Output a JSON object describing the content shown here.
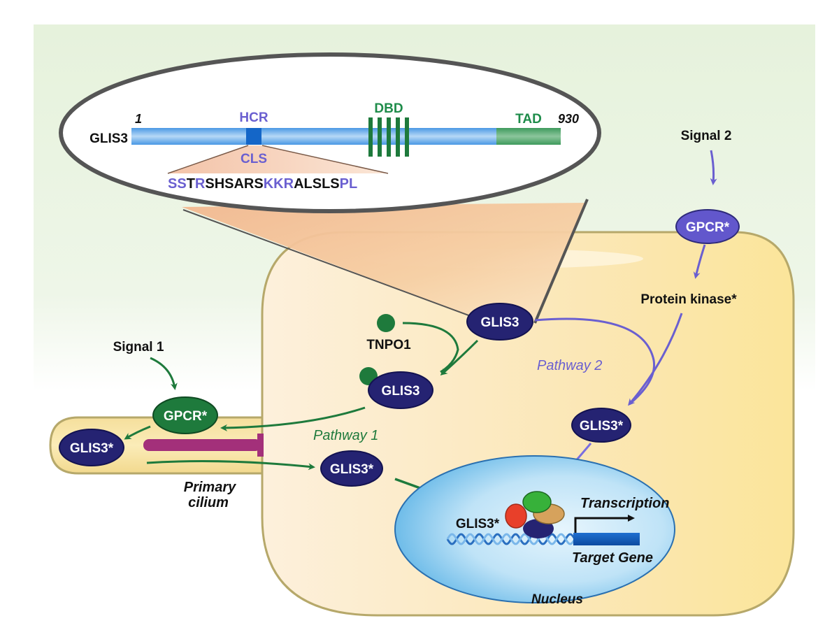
{
  "protein": {
    "name": "GLIS3",
    "start": "1",
    "end": "930",
    "hcr_label": "HCR",
    "dbd_label": "DBD",
    "tad_label": "TAD",
    "cls_label": "CLS",
    "cls_sequence": [
      {
        "text": "SS",
        "highlight": true
      },
      {
        "text": "T",
        "highlight": false
      },
      {
        "text": "R",
        "highlight": true
      },
      {
        "text": "SHSARS",
        "highlight": false
      },
      {
        "text": "KKR",
        "highlight": true
      },
      {
        "text": "ALSLS",
        "highlight": false
      },
      {
        "text": "PL",
        "highlight": true
      }
    ]
  },
  "signals": {
    "signal1": "Signal 1",
    "signal2": "Signal 2"
  },
  "nodes": {
    "gpcr_green": "GPCR*",
    "gpcr_purple": "GPCR*",
    "protein_kinase": "Protein kinase*",
    "tnpo1": "TNPO1",
    "glis3_top": "GLIS3",
    "glis3_tnpo1": "GLIS3",
    "glis3_cilium": "GLIS3*",
    "glis3_pathway1": "GLIS3*",
    "glis3_pathway2": "GLIS3*",
    "glis3_nucleus": "GLIS3*"
  },
  "labels": {
    "pathway1": "Pathway 1",
    "pathway2": "Pathway 2",
    "primary_cilium_line1": "Primary",
    "primary_cilium_line2": "cilium",
    "nucleus": "Nucleus",
    "transcription": "Transcription",
    "target_gene": "Target Gene"
  },
  "colors": {
    "pathway1_green": "#1e7a3c",
    "pathway2_purple": "#6a5fd0",
    "glis3_navy": "#252372",
    "cls_highlight": "#6a5fd0",
    "inhibitor_magenta": "#a3307a"
  }
}
